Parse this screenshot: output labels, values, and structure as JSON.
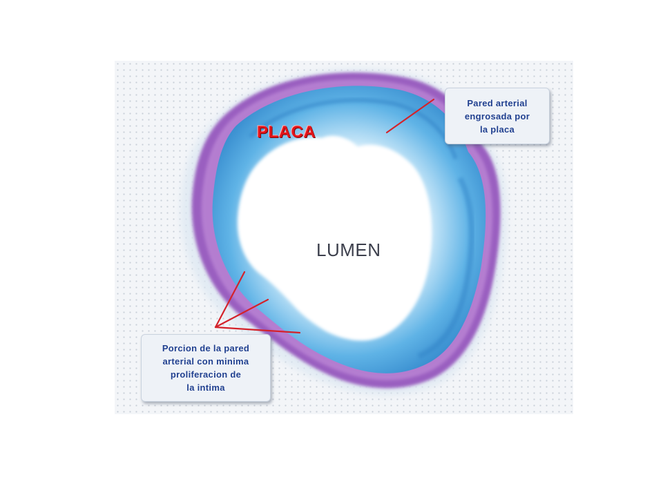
{
  "figure": {
    "labels": {
      "plaque": "PLACA",
      "lumen": "LUMEN",
      "thickened_wall": "Pared arterial\nengrosada por\nla placa",
      "minimal_intima": "Porcion de la pared\narterial con minima\nproliferacion de\nla intima"
    },
    "colors": {
      "background": "#ffffff",
      "tissue_blue": "#4aa8e2",
      "tissue_pale": "#bfe3f7",
      "media_purple": "#8a52b8",
      "pointer_red": "#d4222a",
      "label_text": "#1f3f8f",
      "plaque_text": "#e3141a"
    }
  }
}
